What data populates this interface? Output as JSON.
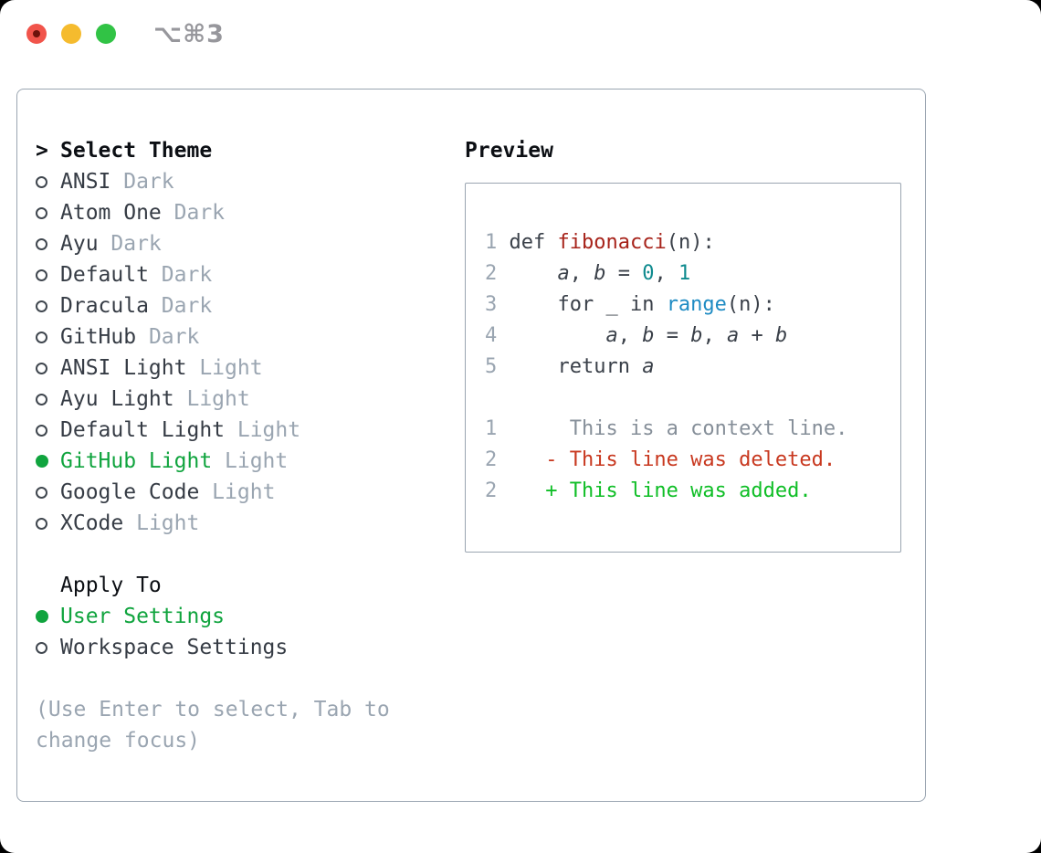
{
  "window": {
    "title": "⌥⌘3",
    "traffic_lights": [
      {
        "name": "close",
        "color": "#f1544b"
      },
      {
        "name": "minimize",
        "color": "#f5bb2e"
      },
      {
        "name": "zoom",
        "color": "#31c345"
      }
    ]
  },
  "colors": {
    "selected_green": "#10a43e",
    "added_green": "#0fbe26",
    "deleted_red": "#c8381f",
    "function_red": "#a7231a",
    "builtin_blue": "#1e8bc3",
    "number_teal": "#0e8a8e",
    "muted_gray": "#9aa5b1",
    "text_dark": "#363c45",
    "border_gray": "#9aa5b1"
  },
  "theme_list": {
    "marker": ">",
    "header": "Select Theme",
    "items": [
      {
        "name": "ANSI",
        "variant": "Dark",
        "selected": false
      },
      {
        "name": "Atom One",
        "variant": "Dark",
        "selected": false
      },
      {
        "name": "Ayu",
        "variant": "Dark",
        "selected": false
      },
      {
        "name": "Default",
        "variant": "Dark",
        "selected": false
      },
      {
        "name": "Dracula",
        "variant": "Dark",
        "selected": false
      },
      {
        "name": "GitHub",
        "variant": "Dark",
        "selected": false
      },
      {
        "name": "ANSI Light",
        "variant": "Light",
        "selected": false
      },
      {
        "name": "Ayu Light",
        "variant": "Light",
        "selected": false
      },
      {
        "name": "Default Light",
        "variant": "Light",
        "selected": false
      },
      {
        "name": "GitHub Light",
        "variant": "Light",
        "selected": true
      },
      {
        "name": "Google Code",
        "variant": "Light",
        "selected": false
      },
      {
        "name": "XCode",
        "variant": "Light",
        "selected": false
      }
    ]
  },
  "apply_to": {
    "header": "Apply To",
    "options": [
      {
        "label": "User Settings",
        "selected": true
      },
      {
        "label": "Workspace Settings",
        "selected": false
      }
    ]
  },
  "help_lines": [
    "(Use Enter to select, Tab to",
    "change focus)"
  ],
  "preview": {
    "header": "Preview",
    "lines": [
      {
        "kind": "code",
        "num": "1",
        "segments": [
          {
            "t": " def ",
            "c": "code"
          },
          {
            "t": "fibonacci",
            "c": "func"
          },
          {
            "t": "(n):",
            "c": "code"
          }
        ]
      },
      {
        "kind": "code",
        "num": "2",
        "segments": [
          {
            "t": "     ",
            "c": "code"
          },
          {
            "t": "a",
            "c": "var"
          },
          {
            "t": ", ",
            "c": "code"
          },
          {
            "t": "b",
            "c": "var"
          },
          {
            "t": " = ",
            "c": "code"
          },
          {
            "t": "0",
            "c": "number"
          },
          {
            "t": ", ",
            "c": "code"
          },
          {
            "t": "1",
            "c": "number"
          }
        ]
      },
      {
        "kind": "code",
        "num": "3",
        "segments": [
          {
            "t": "     for _ in ",
            "c": "code"
          },
          {
            "t": "range",
            "c": "builtin"
          },
          {
            "t": "(n):",
            "c": "code"
          }
        ]
      },
      {
        "kind": "code",
        "num": "4",
        "segments": [
          {
            "t": "         ",
            "c": "code"
          },
          {
            "t": "a",
            "c": "var"
          },
          {
            "t": ", ",
            "c": "code"
          },
          {
            "t": "b",
            "c": "var"
          },
          {
            "t": " = ",
            "c": "code"
          },
          {
            "t": "b",
            "c": "var"
          },
          {
            "t": ", ",
            "c": "code"
          },
          {
            "t": "a",
            "c": "var"
          },
          {
            "t": " + ",
            "c": "code"
          },
          {
            "t": "b",
            "c": "var"
          }
        ]
      },
      {
        "kind": "code",
        "num": "5",
        "segments": [
          {
            "t": "     return ",
            "c": "code"
          },
          {
            "t": "a",
            "c": "var"
          }
        ]
      },
      {
        "kind": "blank",
        "num": "",
        "segments": []
      },
      {
        "kind": "context",
        "num": "1",
        "segments": [
          {
            "t": "      This is a context line.",
            "c": "context"
          }
        ]
      },
      {
        "kind": "deleted",
        "num": "2",
        "segments": [
          {
            "t": "    - This line was deleted.",
            "c": "deleted"
          }
        ]
      },
      {
        "kind": "added",
        "num": "2",
        "segments": [
          {
            "t": "    + This line was added.",
            "c": "added"
          }
        ]
      }
    ]
  }
}
